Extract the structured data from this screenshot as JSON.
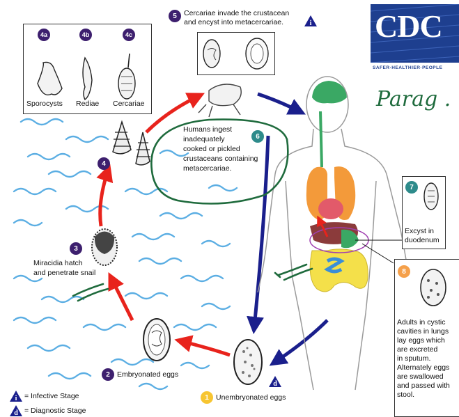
{
  "stages": {
    "s1": {
      "num": "1",
      "label": "Unembryonated eggs"
    },
    "s2": {
      "num": "2",
      "label": "Embryonated eggs"
    },
    "s3": {
      "num": "3",
      "label_1": "Miracidia hatch",
      "label_2": "and penetrate snail"
    },
    "s4": {
      "num": "4"
    },
    "s4a": {
      "num": "4a",
      "label": "Sporocysts"
    },
    "s4b": {
      "num": "4b",
      "label": "Rediae"
    },
    "s4c": {
      "num": "4c",
      "label": "Cercariae"
    },
    "s5": {
      "num": "5",
      "label_1": "Cercariae invade the crustacean",
      "label_2": "and encyst into metacercariae."
    },
    "s6": {
      "num": "6",
      "label_1": "Humans ingest",
      "label_2": "inadequately",
      "label_3": "cooked or pickled",
      "label_4": "crustaceans containing",
      "label_5": "metacercariae."
    },
    "s7": {
      "num": "7",
      "label_1": "Excyst in",
      "label_2": "duodenum"
    },
    "s8": {
      "num": "8",
      "lines": [
        "Adults in cystic",
        "cavities in lungs",
        "lay eggs which",
        "are excreted",
        "in sputum.",
        "Alternately eggs",
        "are swallowed",
        "and passed with",
        "stool."
      ]
    }
  },
  "legend": {
    "infective_letter": "i",
    "infective": "= Infective Stage",
    "diagnostic_letter": "d",
    "diagnostic": "= Diagnostic Stage"
  },
  "logo": {
    "text": "CDC",
    "tagline": "SAFER·HEALTHIER·PEOPLE"
  },
  "handwriting": {
    "note": "Parag ."
  },
  "colors": {
    "red_arrow": "#e8231c",
    "blue_arrow": "#1a1f8c",
    "water": "#4aa6e0",
    "purple_badge": "#3d1f6e",
    "annotation_ink": "#1f6b3d"
  }
}
